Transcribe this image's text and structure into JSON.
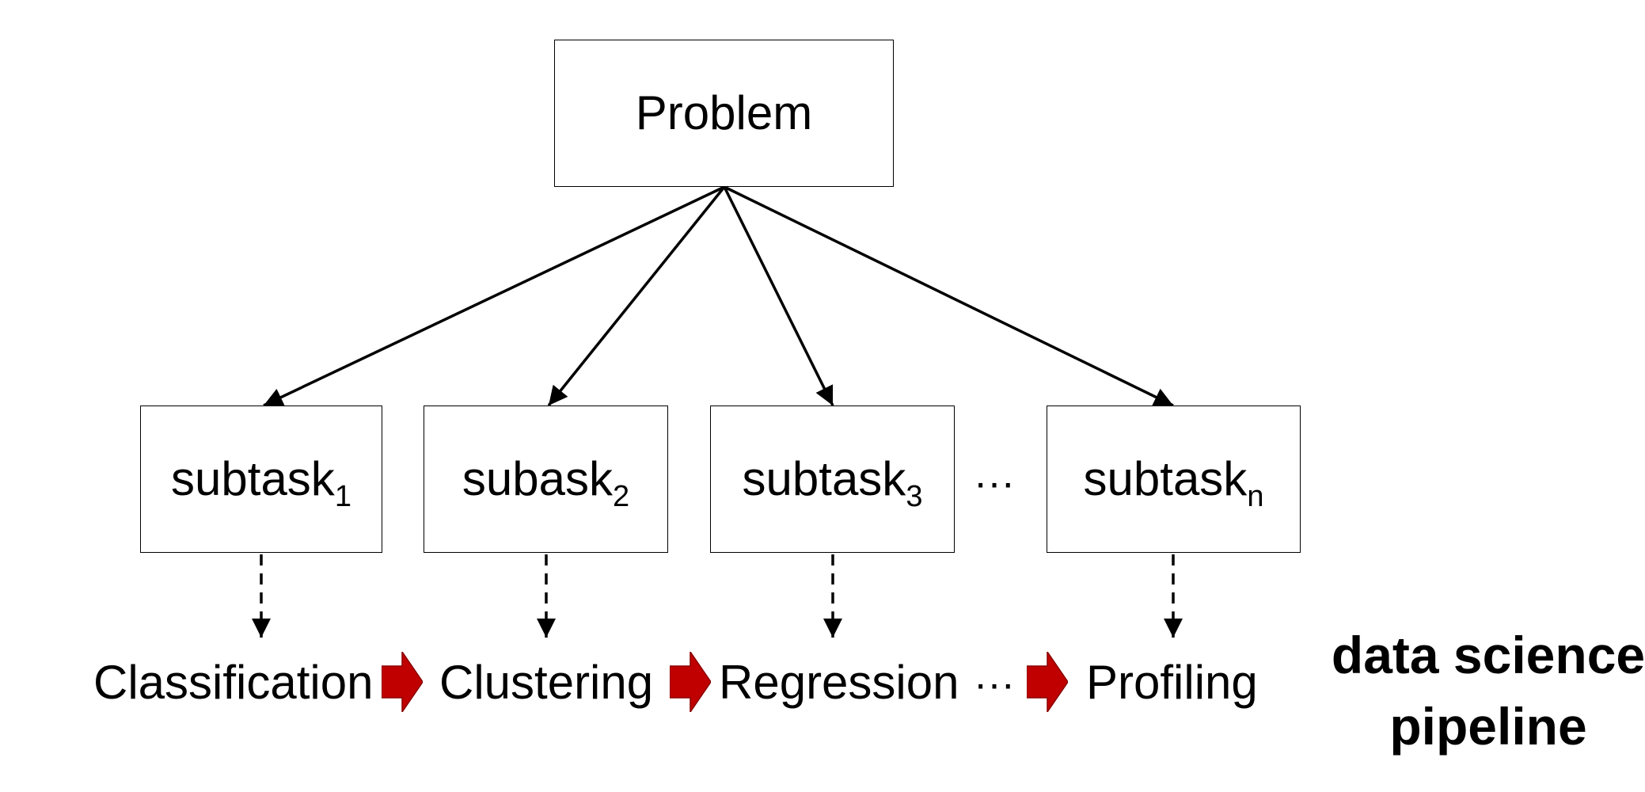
{
  "diagram": {
    "root": {
      "label": "Problem"
    },
    "subtasks": [
      {
        "base": "subtask",
        "sub": "1"
      },
      {
        "base": "subask",
        "sub": "2"
      },
      {
        "base": "subtask",
        "sub": "3"
      },
      {
        "base": "subtask",
        "sub": "n"
      }
    ],
    "subtask_gap_label": "···",
    "pipeline": {
      "stages": [
        "Classification",
        "Clustering",
        "Regression",
        "Profiling"
      ],
      "gap_label": "···",
      "arrow_color": "#c00000",
      "title_line1": "data science",
      "title_line2": "pipeline"
    }
  }
}
